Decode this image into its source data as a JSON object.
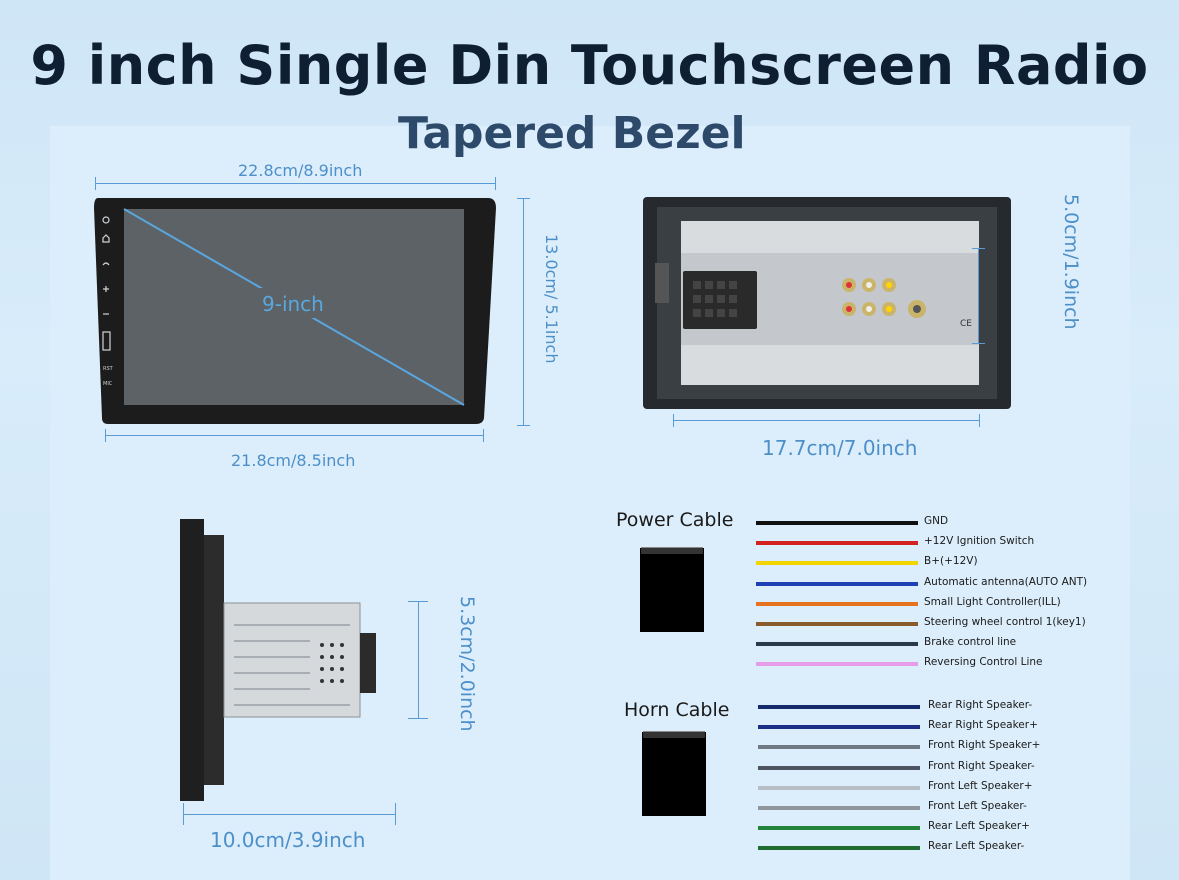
{
  "title": "9 inch Single Din Touchscreen Radio",
  "subtitle": "Tapered Bezel",
  "front": {
    "width_top": "22.8cm/8.9inch",
    "width_bottom": "21.8cm/8.5inch",
    "height": "13.0cm/ 5.1inch",
    "diagonal": "9-inch",
    "side_labels": [
      "RST",
      "MIC"
    ]
  },
  "back": {
    "width": "17.7cm/7.0inch",
    "height": "5.0cm/1.9inch",
    "ce_mark": "CE"
  },
  "side": {
    "width": "10.0cm/3.9inch",
    "height": "5.3cm/2.0inch"
  },
  "power_cable": {
    "title": "Power Cable",
    "wires": [
      {
        "label": "GND",
        "color": "#111111"
      },
      {
        "label": "+12V Ignition Switch",
        "color": "#d32020"
      },
      {
        "label": "B+(+12V)",
        "color": "#f2d400"
      },
      {
        "label": "Automatic antenna(AUTO ANT)",
        "color": "#1f3fb5"
      },
      {
        "label": "Small Light Controller(ILL)",
        "color": "#e8731e"
      },
      {
        "label": "Steering wheel control 1(key1)",
        "color": "#8a5a2b"
      },
      {
        "label": "Brake control line",
        "color": "#2a3a4a"
      },
      {
        "label": "Reversing Control Line",
        "color": "#e79ce8"
      }
    ]
  },
  "horn_cable": {
    "title": "Horn Cable",
    "wires": [
      {
        "label": "Rear Right Speaker-",
        "color": "#142a6b"
      },
      {
        "label": "Rear Right Speaker+",
        "color": "#1b2f85"
      },
      {
        "label": "Front Right Speaker+",
        "color": "#707a84"
      },
      {
        "label": "Front Right Speaker-",
        "color": "#4d5560"
      },
      {
        "label": "Front Left Speaker+",
        "color": "#b7bec6"
      },
      {
        "label": "Front Left Speaker-",
        "color": "#8f969e"
      },
      {
        "label": "Rear Left Speaker+",
        "color": "#23833a"
      },
      {
        "label": "Rear Left Speaker-",
        "color": "#1f6b30"
      }
    ]
  }
}
